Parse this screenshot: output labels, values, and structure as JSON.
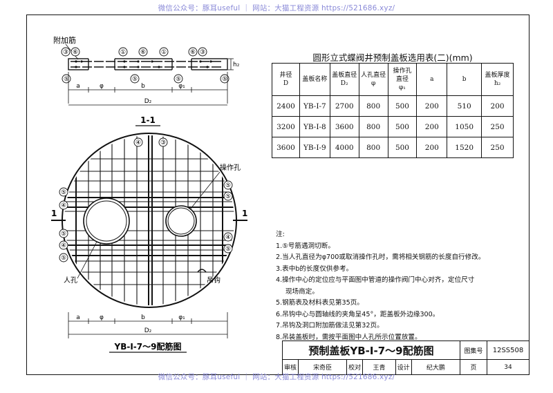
{
  "watermark": {
    "top": "微信公众号：豚耳useful ｜ 网站：大猫工程资源 https://521686.xyz/",
    "bottom": "微信公众号：豚耳useful ｜ 网站：大猫工程资源 https://521686.xyz/"
  },
  "section": {
    "added_bar_label": "附加筋",
    "h_label": "h₂",
    "dims": [
      "a",
      "φ",
      "b",
      "φ₁"
    ],
    "total": "D₂",
    "title": "1-1",
    "bar_numbers": [
      "③",
      "⑥",
      "①",
      "⑥",
      "①",
      "⑤",
      "⑤",
      "⑤",
      "⑤",
      "⑥",
      "③"
    ]
  },
  "plan": {
    "op_hole_label": "操作孔",
    "manhole_label": "人孔",
    "hook_label": "吊钩",
    "cut_label_left": "1",
    "cut_label_right": "1",
    "dims": [
      "a",
      "φ",
      "b",
      "φ₁"
    ],
    "total": "D₂",
    "caption": "YB-Ⅰ-7～9配筋图",
    "bar_numbers_left": [
      "⑤",
      "④",
      "⑤",
      "④",
      "⑤"
    ],
    "bar_numbers_top": [
      "④",
      "③"
    ],
    "bar_numbers_right": [
      "⑤",
      "⑤",
      "④",
      "⑤"
    ]
  },
  "table": {
    "title": "圆形立式蝶阀井预制盖板选用表(二)(mm)",
    "headers": [
      "井径\nD",
      "盖板名称",
      "盖板直径\nD₂",
      "人孔直径\nφ",
      "操作孔\n直径\nφ₁",
      "a",
      "b",
      "盖板厚度\nh₂"
    ],
    "rows": [
      [
        "2400",
        "YB-Ⅰ-7",
        "2700",
        "800",
        "500",
        "200",
        "510",
        "200"
      ],
      [
        "3200",
        "YB-Ⅰ-8",
        "3600",
        "800",
        "500",
        "200",
        "1050",
        "250"
      ],
      [
        "3600",
        "YB-Ⅰ-9",
        "4000",
        "800",
        "500",
        "200",
        "1520",
        "250"
      ]
    ]
  },
  "notes": {
    "heading": "注:",
    "items": [
      "1.⑤号筋遇洞切断。",
      "2.当人孔直径为φ700或取消操作孔时，需将相关钢筋的长度自行修改。",
      "3.表中b的长度仅供参考。",
      "4.操作中心的定位应与平面图中管道的操作阀门中心对齐，定位尺寸",
      "现场商定。",
      "5.钢筋表及材料表见第35页。",
      "6.吊钩中心与圆轴线的夹角呈45°，距盖板外边缘300。",
      "7.吊钩及洞口附加筋做法见第32页。",
      "8.吊装盖板时，需按平面图中人孔所示位置放置。"
    ]
  },
  "title_block": {
    "drawing_title": "预制盖板YB-Ⅰ-7～9配筋图",
    "atlas_label": "图集号",
    "atlas_no": "12SS508",
    "review_label": "审核",
    "reviewer": "宋奇臣",
    "check_label": "校对",
    "checker": "王青",
    "design_label": "设计",
    "designer": "纪大鹏",
    "page_label": "页",
    "page_no": "34"
  }
}
